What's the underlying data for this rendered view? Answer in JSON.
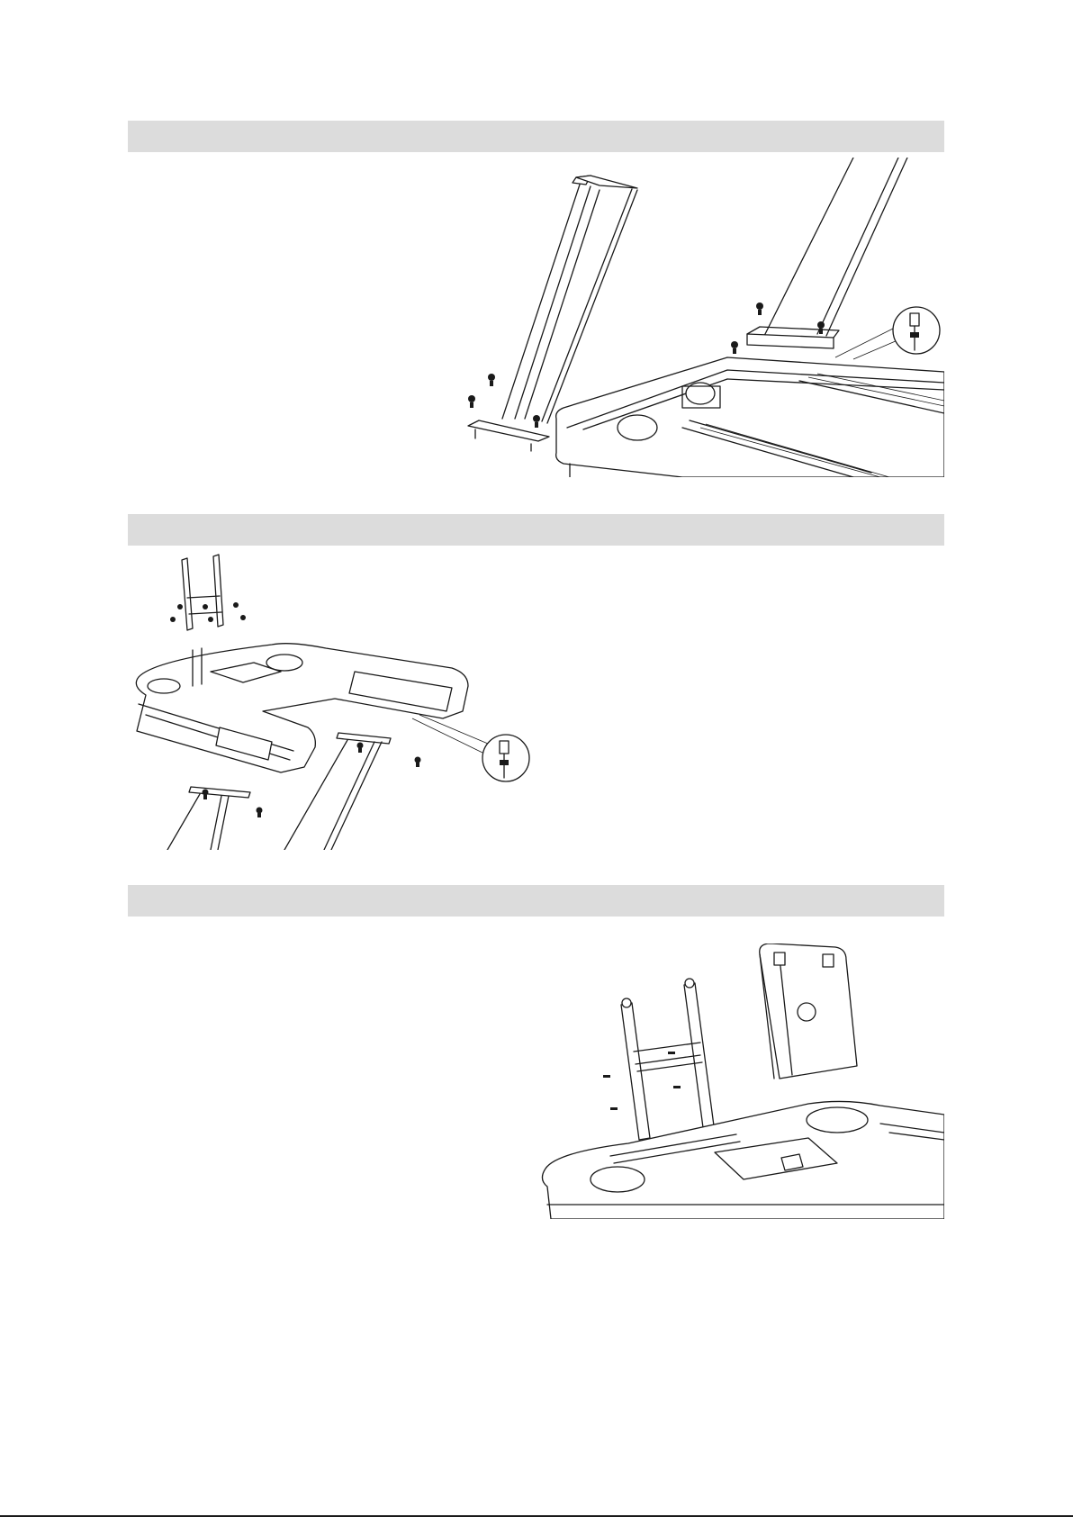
{
  "page": {
    "sections": [
      {
        "id": "step-1",
        "heading": ""
      },
      {
        "id": "step-2",
        "heading": ""
      },
      {
        "id": "step-3",
        "heading": ""
      }
    ]
  },
  "colors": {
    "band": "#dcdcdc",
    "line": "#1a1a1a",
    "paper": "#ffffff"
  },
  "icons": [
    "screw-icon",
    "cable-connector-icon"
  ]
}
